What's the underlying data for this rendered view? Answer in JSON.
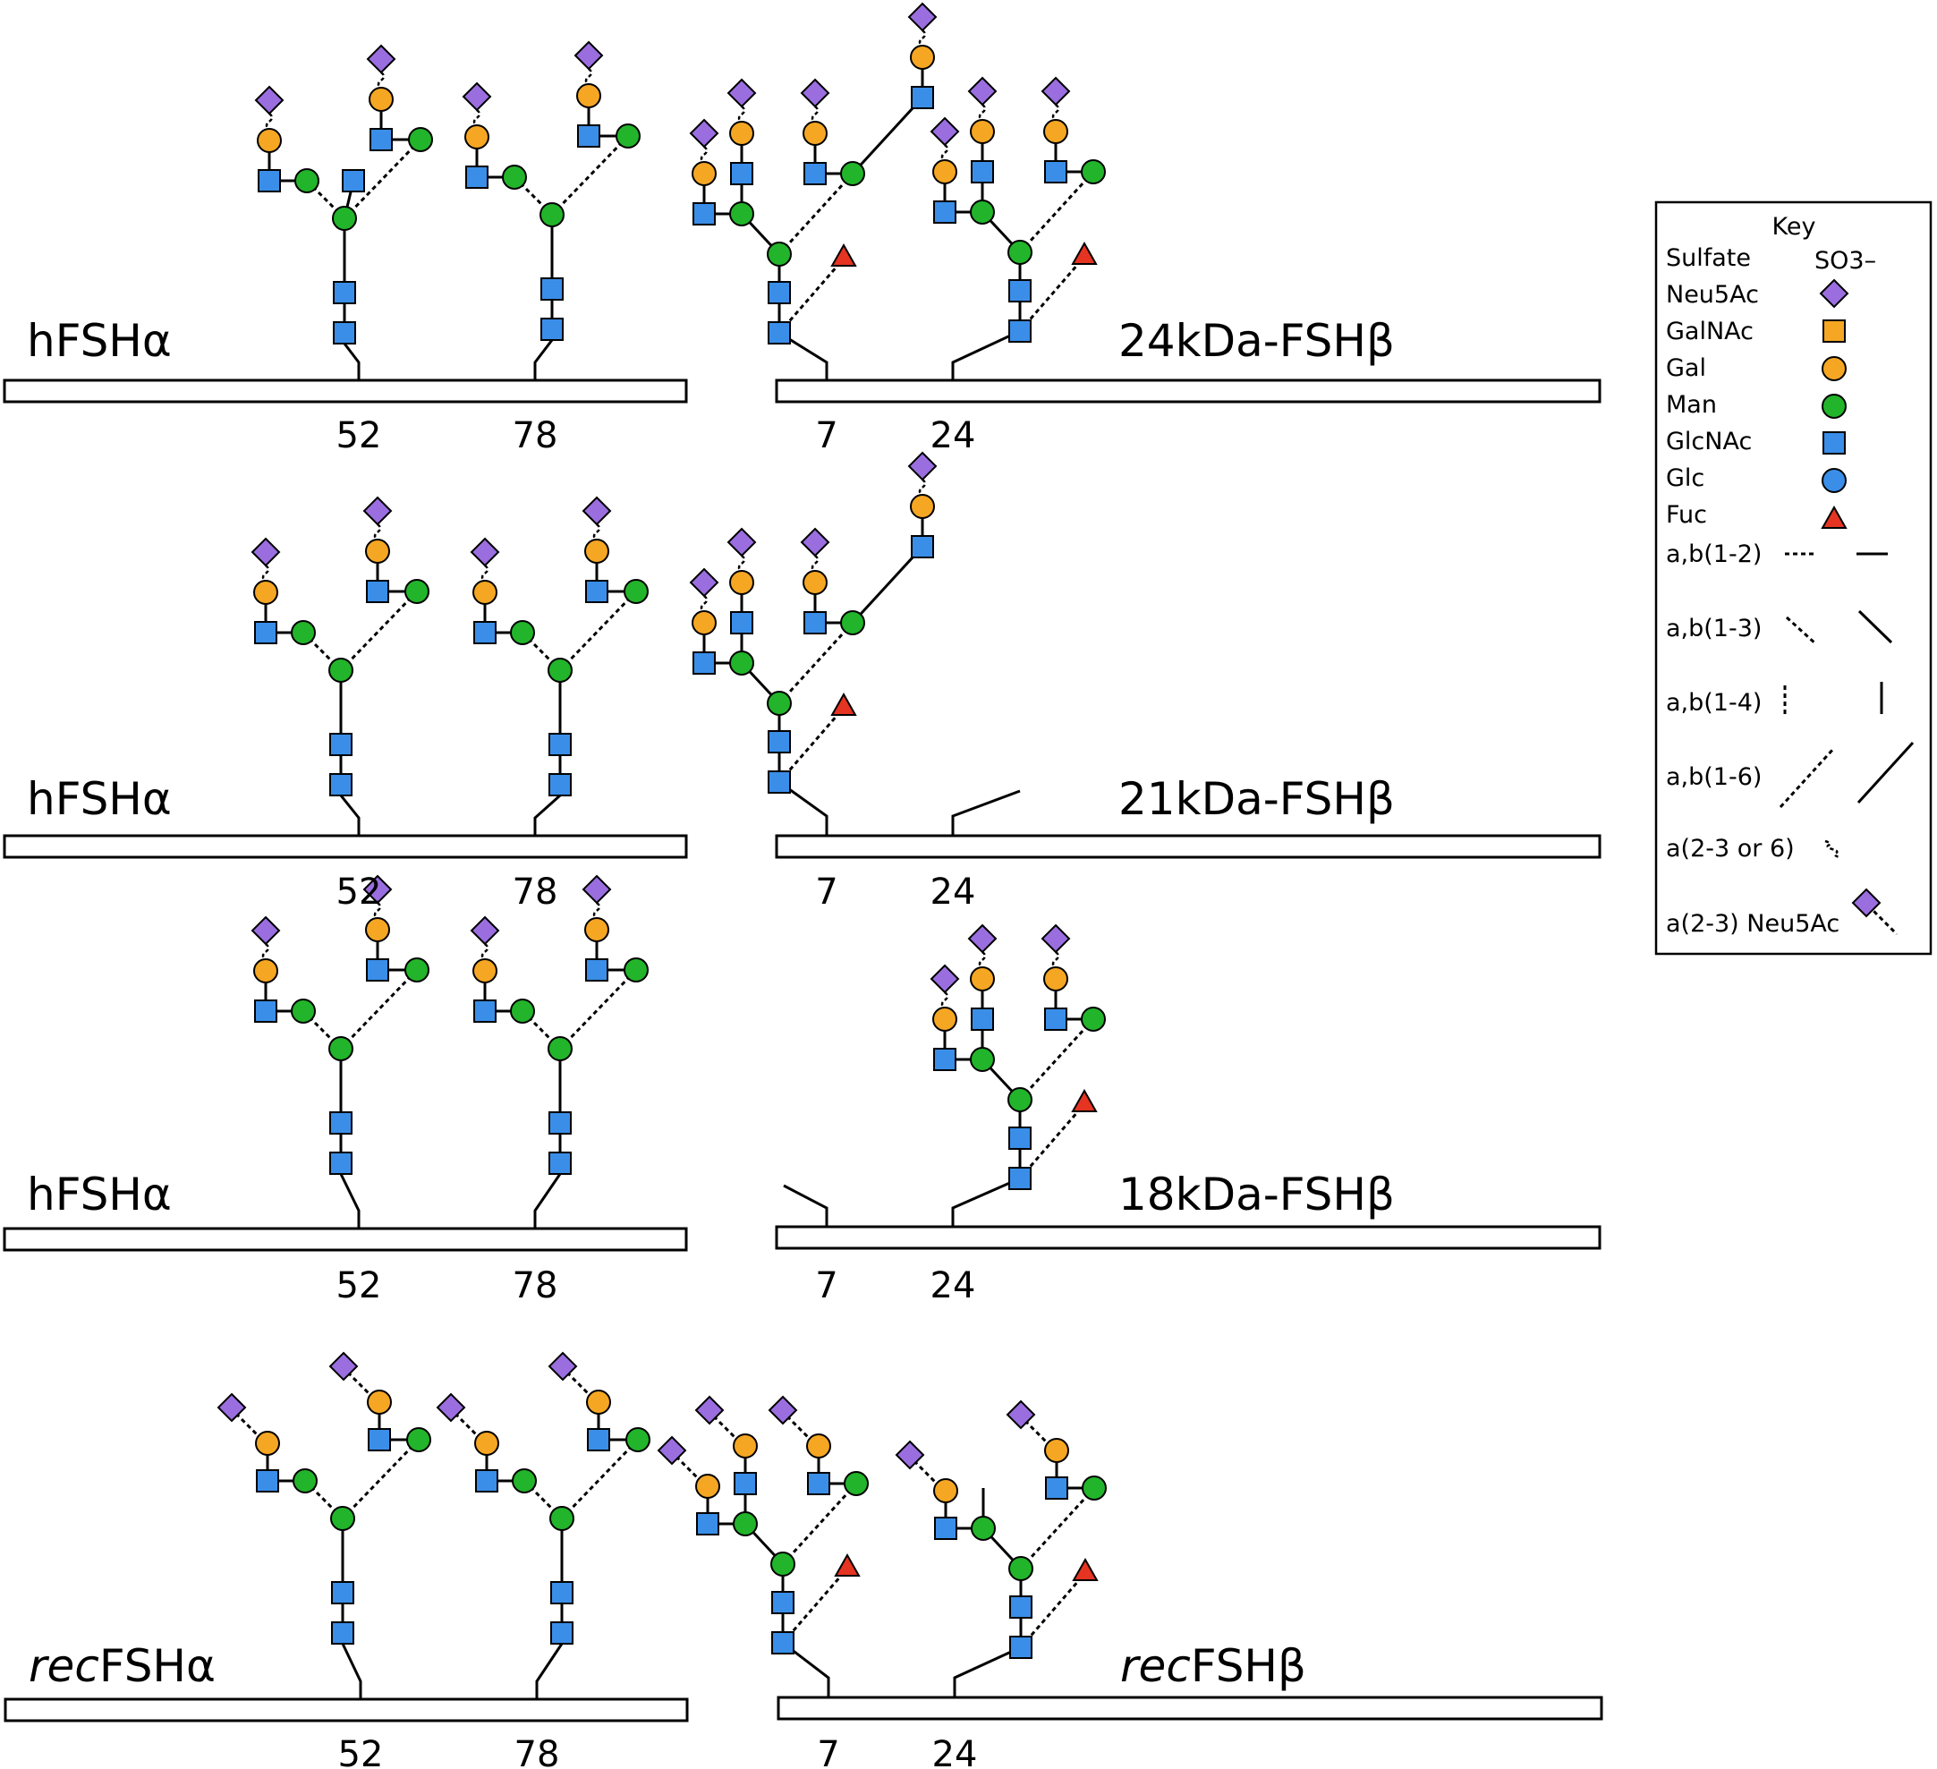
{
  "colors": {
    "neu5ac": "#9b6ee0",
    "galnac": "#f5a623",
    "gal": "#f5a623",
    "man": "#22b42a",
    "glcnac": "#3a8ee8",
    "glc": "#3a8ee8",
    "fuc": "#e53422",
    "stroke": "#000000"
  },
  "rows": [
    {
      "alpha": {
        "label": "hFSHα",
        "sites": [
          "52",
          "78"
        ]
      },
      "beta": {
        "label": "24kDa-FSHβ",
        "sites": [
          "7",
          "24"
        ]
      }
    },
    {
      "alpha": {
        "label": "hFSHα",
        "sites": [
          "52",
          "78"
        ]
      },
      "beta": {
        "label": "21kDa-FSHβ",
        "sites": [
          "7",
          "24"
        ]
      }
    },
    {
      "alpha": {
        "label": "hFSHα",
        "sites": [
          "52",
          "78"
        ]
      },
      "beta": {
        "label": "18kDa-FSHβ",
        "sites": [
          "7",
          "24"
        ]
      }
    },
    {
      "alpha": {
        "label_prefix": "rec",
        "label_main": "FSHα",
        "sites": [
          "52",
          "78"
        ]
      },
      "beta": {
        "label_prefix": "rec",
        "label_main": "FSHβ",
        "sites": [
          "7",
          "24"
        ]
      }
    }
  ],
  "key": {
    "title": "Key",
    "items": [
      {
        "label": "Sulfate",
        "symbol": "SO3–"
      },
      {
        "label": "Neu5Ac",
        "symbol": "neu5ac"
      },
      {
        "label": "GalNAc",
        "symbol": "galnac"
      },
      {
        "label": "Gal",
        "symbol": "gal"
      },
      {
        "label": "Man",
        "symbol": "man"
      },
      {
        "label": "GlcNAc",
        "symbol": "glcnac"
      },
      {
        "label": "Glc",
        "symbol": "glc"
      },
      {
        "label": "Fuc",
        "symbol": "fuc"
      }
    ],
    "linkages": [
      "a,b(1-2)",
      "a,b(1-3)",
      "a,b(1-4)",
      "a,b(1-6)",
      "a(2-3 or 6)",
      "a(2-3) Neu5Ac"
    ]
  }
}
